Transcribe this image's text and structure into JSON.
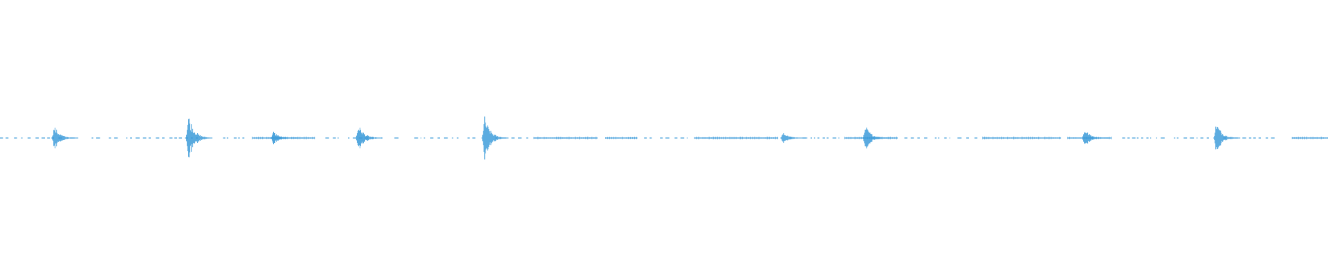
{
  "waveform": {
    "color": "#3a9ad9",
    "background": "#ffffff",
    "baseline_level": 0.5,
    "bursts": [
      {
        "position": 0.041,
        "amplitude": 0.09,
        "kind": "burst"
      },
      {
        "position": 0.142,
        "amplitude": 0.18,
        "kind": "burst"
      },
      {
        "position": 0.206,
        "amplitude": 0.05,
        "kind": "burst"
      },
      {
        "position": 0.27,
        "amplitude": 0.1,
        "kind": "burst"
      },
      {
        "position": 0.365,
        "amplitude": 0.16,
        "kind": "burst"
      },
      {
        "position": 0.59,
        "amplitude": 0.04,
        "kind": "burst"
      },
      {
        "position": 0.652,
        "amplitude": 0.09,
        "kind": "burst"
      },
      {
        "position": 0.817,
        "amplitude": 0.07,
        "kind": "burst"
      },
      {
        "position": 0.916,
        "amplitude": 0.12,
        "kind": "burst"
      }
    ],
    "segments": [
      {
        "start": 0.0,
        "end": 0.058,
        "style": "dotted"
      },
      {
        "start": 0.069,
        "end": 0.077,
        "style": "dotted"
      },
      {
        "start": 0.082,
        "end": 0.09,
        "style": "dotted"
      },
      {
        "start": 0.095,
        "end": 0.15,
        "style": "dotted"
      },
      {
        "start": 0.168,
        "end": 0.173,
        "style": "dotted"
      },
      {
        "start": 0.176,
        "end": 0.184,
        "style": "dotted"
      },
      {
        "start": 0.19,
        "end": 0.237,
        "style": "solid"
      },
      {
        "start": 0.245,
        "end": 0.255,
        "style": "dotted"
      },
      {
        "start": 0.262,
        "end": 0.288,
        "style": "dotted"
      },
      {
        "start": 0.297,
        "end": 0.302,
        "style": "dotted"
      },
      {
        "start": 0.312,
        "end": 0.32,
        "style": "dotted"
      },
      {
        "start": 0.324,
        "end": 0.347,
        "style": "dotted"
      },
      {
        "start": 0.352,
        "end": 0.358,
        "style": "dotted"
      },
      {
        "start": 0.373,
        "end": 0.398,
        "style": "dotted"
      },
      {
        "start": 0.402,
        "end": 0.45,
        "style": "solid"
      },
      {
        "start": 0.456,
        "end": 0.48,
        "style": "solid"
      },
      {
        "start": 0.485,
        "end": 0.492,
        "style": "dotted"
      },
      {
        "start": 0.497,
        "end": 0.518,
        "style": "dotted"
      },
      {
        "start": 0.523,
        "end": 0.586,
        "style": "solid"
      },
      {
        "start": 0.594,
        "end": 0.632,
        "style": "dotted"
      },
      {
        "start": 0.636,
        "end": 0.676,
        "style": "solid"
      },
      {
        "start": 0.681,
        "end": 0.7,
        "style": "dotted"
      },
      {
        "start": 0.704,
        "end": 0.716,
        "style": "dotted"
      },
      {
        "start": 0.721,
        "end": 0.736,
        "style": "dotted"
      },
      {
        "start": 0.74,
        "end": 0.799,
        "style": "solid"
      },
      {
        "start": 0.804,
        "end": 0.837,
        "style": "solid"
      },
      {
        "start": 0.845,
        "end": 0.88,
        "style": "dotted"
      },
      {
        "start": 0.884,
        "end": 0.912,
        "style": "dotted"
      },
      {
        "start": 0.921,
        "end": 0.963,
        "style": "dotted"
      },
      {
        "start": 0.973,
        "end": 1.0,
        "style": "solid"
      }
    ]
  }
}
